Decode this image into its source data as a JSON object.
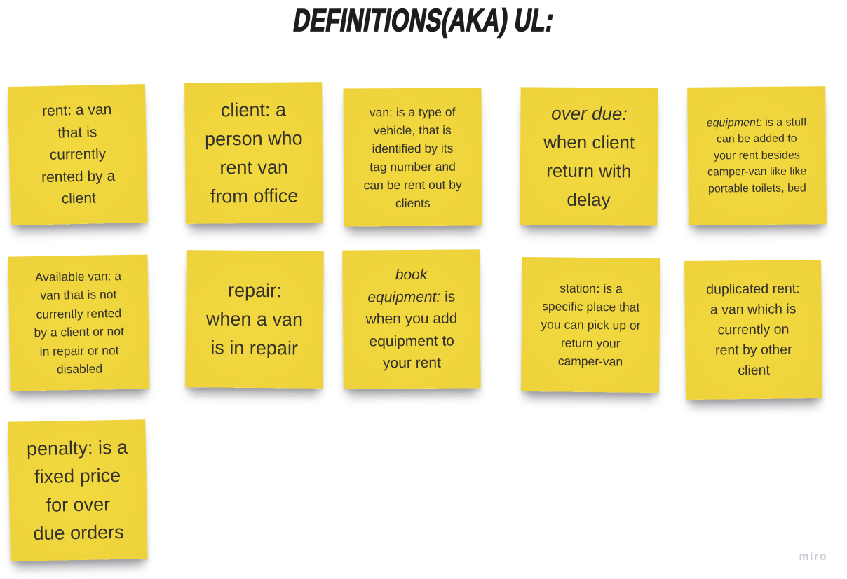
{
  "board": {
    "title": "DEFINITIONS(AKA) UL:",
    "watermark": "miro"
  },
  "colors": {
    "background": "#ffffff",
    "sticky_yellow": "#edd23b",
    "sticky_yellow_light": "#f3d940",
    "sticky_yellow_dark": "#e2c232",
    "note_text": "#33312a",
    "title_text": "#1d1d1d",
    "watermark_text": "#c9ccd6"
  },
  "notes": [
    {
      "name": "rent",
      "segments": [
        {
          "t": "rent: a van\nthat is\ncurrently\nrented by a\nclient"
        }
      ]
    },
    {
      "name": "client",
      "segments": [
        {
          "t": "client: a\nperson who\nrent van\nfrom office"
        }
      ]
    },
    {
      "name": "van",
      "segments": [
        {
          "t": "van: is a type of\nvehicle, that is\nidentified by its\ntag number and\ncan be rent out by\nclients"
        }
      ]
    },
    {
      "name": "over-due",
      "segments": [
        {
          "t": "over due:",
          "i": true
        },
        {
          "t": "\nwhen client\nreturn with\ndelay"
        }
      ]
    },
    {
      "name": "equipment",
      "segments": [
        {
          "t": "equipment:",
          "i": true
        },
        {
          "t": " is a stuff\ncan be added to\nyour rent besides\ncamper-van like like\nportable toilets, bed"
        }
      ]
    },
    {
      "name": "available-van",
      "segments": [
        {
          "t": "Available van: a\nvan that is not\ncurrently rented\nby a client or not\nin repair or not\ndisabled"
        }
      ]
    },
    {
      "name": "repair",
      "segments": [
        {
          "t": "repair:\nwhen a van\nis in repair"
        }
      ]
    },
    {
      "name": "book-equipment",
      "segments": [
        {
          "t": "book\nequipment:",
          "i": true
        },
        {
          "t": " is\nwhen you add\nequipment to\nyour rent"
        }
      ]
    },
    {
      "name": "station",
      "segments": [
        {
          "t": "station"
        },
        {
          "t": ":",
          "b": true
        },
        {
          "t": " is a\nspecific place that\nyou can pick up or\nreturn your\ncamper-van"
        }
      ]
    },
    {
      "name": "duplicated-rent",
      "segments": [
        {
          "t": "duplicated rent:\na van which is\ncurrently on\nrent by other\nclient"
        }
      ]
    },
    {
      "name": "penalty",
      "segments": [
        {
          "t": "penalty: is a\nfixed price\nfor over\ndue orders"
        }
      ]
    }
  ]
}
